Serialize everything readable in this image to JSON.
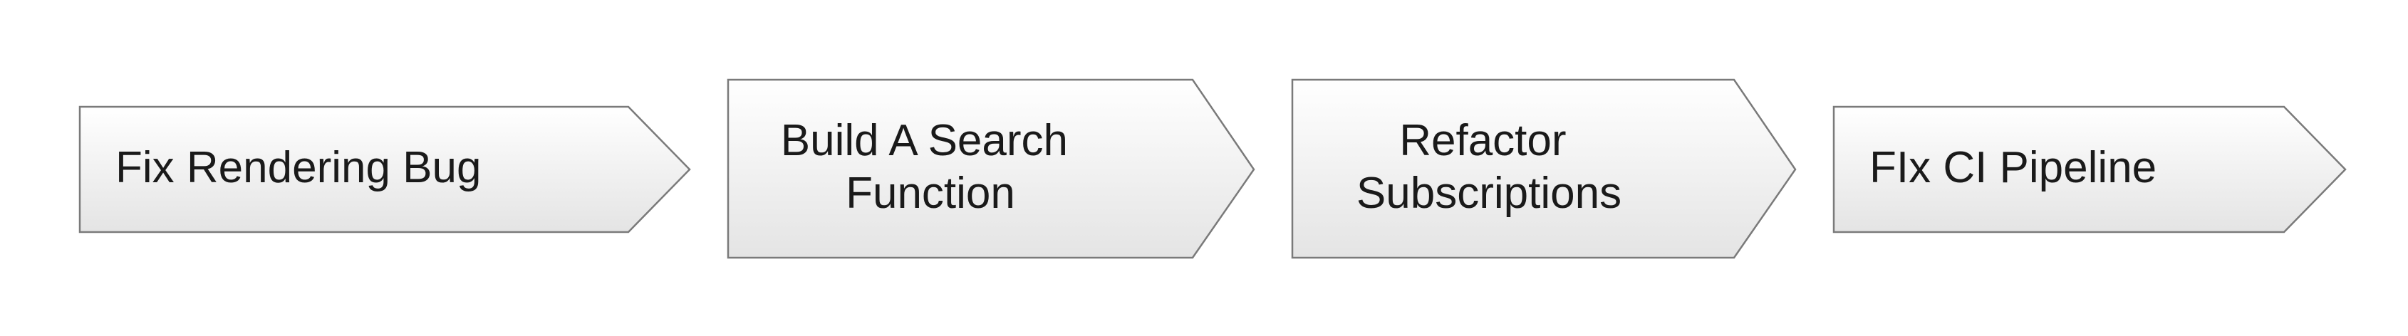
{
  "steps": [
    {
      "lines": [
        "Fix Rendering Bug"
      ]
    },
    {
      "lines": [
        "Build A Search",
        "Function"
      ]
    },
    {
      "lines": [
        "Refactor",
        "Subscriptions"
      ]
    },
    {
      "lines": [
        "FIx CI Pipeline"
      ]
    }
  ],
  "colors": {
    "fill_top": "#ffffff",
    "fill_bottom": "#e4e4e4",
    "stroke": "#7a7a7a",
    "text": "#1a1a1a"
  }
}
